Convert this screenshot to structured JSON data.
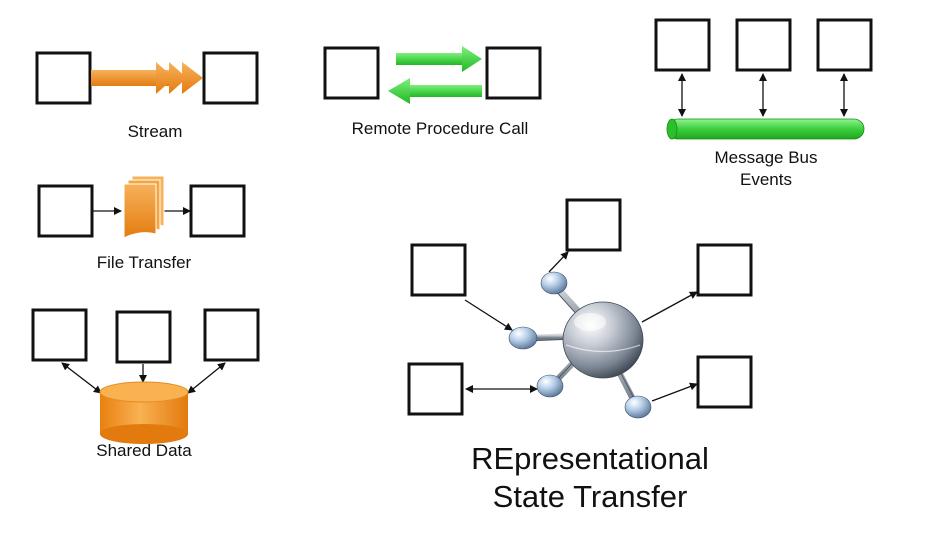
{
  "labels": {
    "stream": "Stream",
    "rpc": "Remote Procedure Call",
    "message_bus_line1": "Message Bus",
    "message_bus_line2": "Events",
    "file_transfer": "File Transfer",
    "shared_data": "Shared Data",
    "rest_line1": "REpresentational",
    "rest_line2": "State Transfer"
  },
  "colors": {
    "stream_arrow": "#f08a1e",
    "rpc_arrow": "#3bd43b",
    "bus": "#3ccf3c",
    "file": "#f39a2a",
    "database": "#f39a2a",
    "box_stroke": "#111111"
  }
}
